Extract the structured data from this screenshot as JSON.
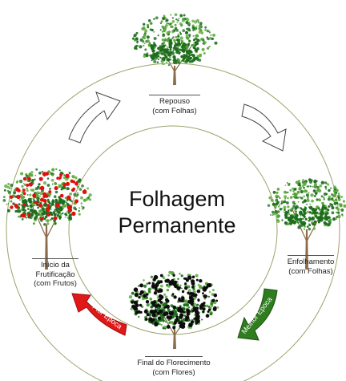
{
  "diagram": {
    "center_title": [
      "Folhagem",
      "Permanente"
    ],
    "stages": {
      "top": {
        "line1": "Repouso",
        "line2": "(com Folhas)"
      },
      "right": {
        "line1": "Enfolhamento",
        "line2": "(com Folhas)"
      },
      "bottom": {
        "line1": "Final do Florecimento",
        "line2": "(com Flores)"
      },
      "left": {
        "line1": "Início da",
        "line2": "Frutificação",
        "line3": "(com Frutos)"
      }
    },
    "arrows": {
      "best": {
        "label": "Melhor Época"
      },
      "worst": {
        "label": "Pior Época"
      }
    },
    "colors": {
      "ring": "#9aa36a",
      "foliage_dark": "#1f6e1f",
      "foliage_light": "#5aa83a",
      "trunk": "#8b6b4a",
      "fruit": "#e01010",
      "flower": "#0d0d0d",
      "best_arrow": "#2f7d1f",
      "worst_arrow": "#e01818",
      "outline_arrow": "#444444"
    },
    "icons": [
      "tree-icon",
      "flowering-tree-icon",
      "fruiting-tree-icon",
      "curved-arrow-icon"
    ]
  }
}
